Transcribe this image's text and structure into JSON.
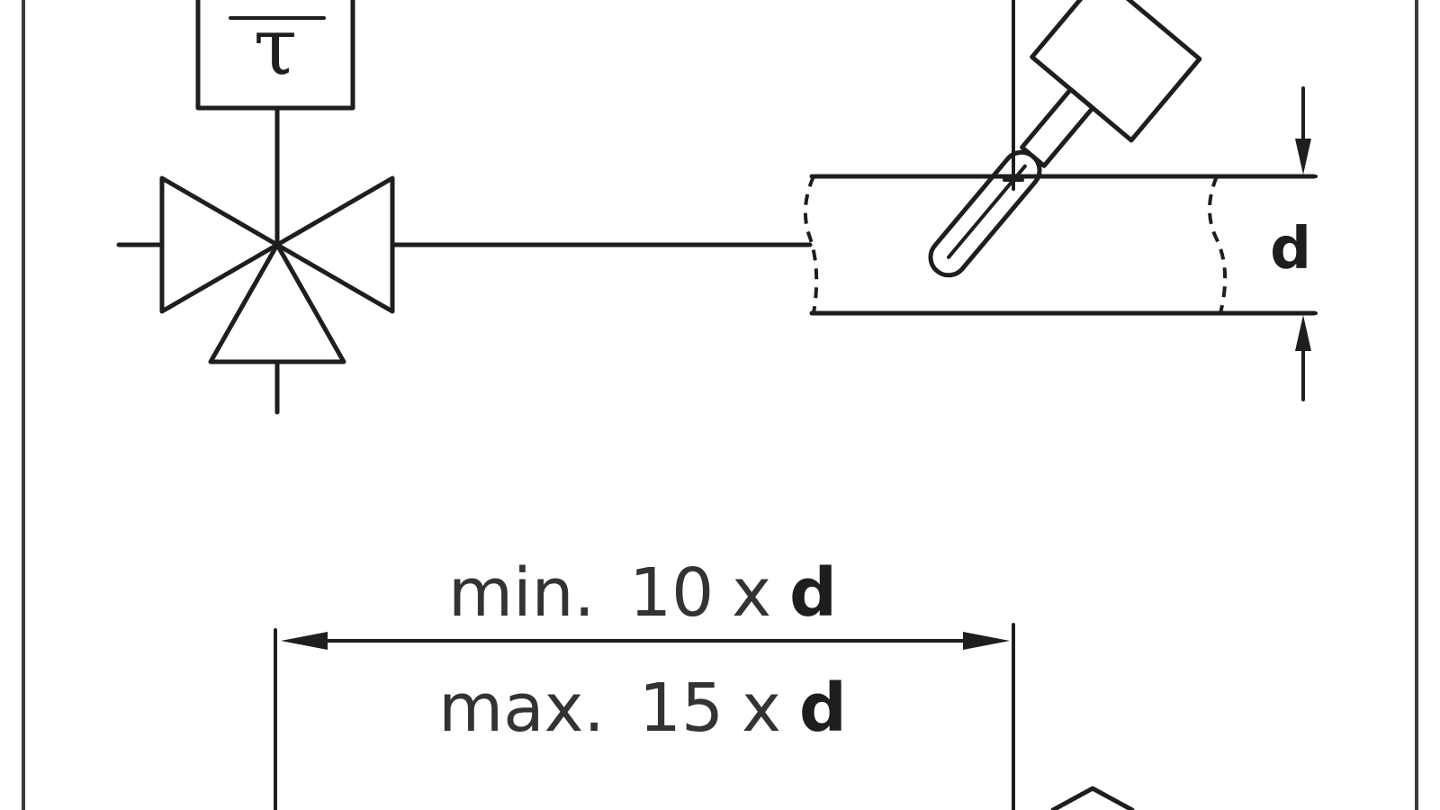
{
  "actuator": {
    "symbol": "τ"
  },
  "pipe": {
    "dimension_label": "d"
  },
  "inlet_distance": {
    "min_prefix": "min.",
    "min_factor": "10",
    "max_prefix": "max.",
    "max_factor": "15",
    "multiply_sign": "x",
    "variable": "d"
  }
}
